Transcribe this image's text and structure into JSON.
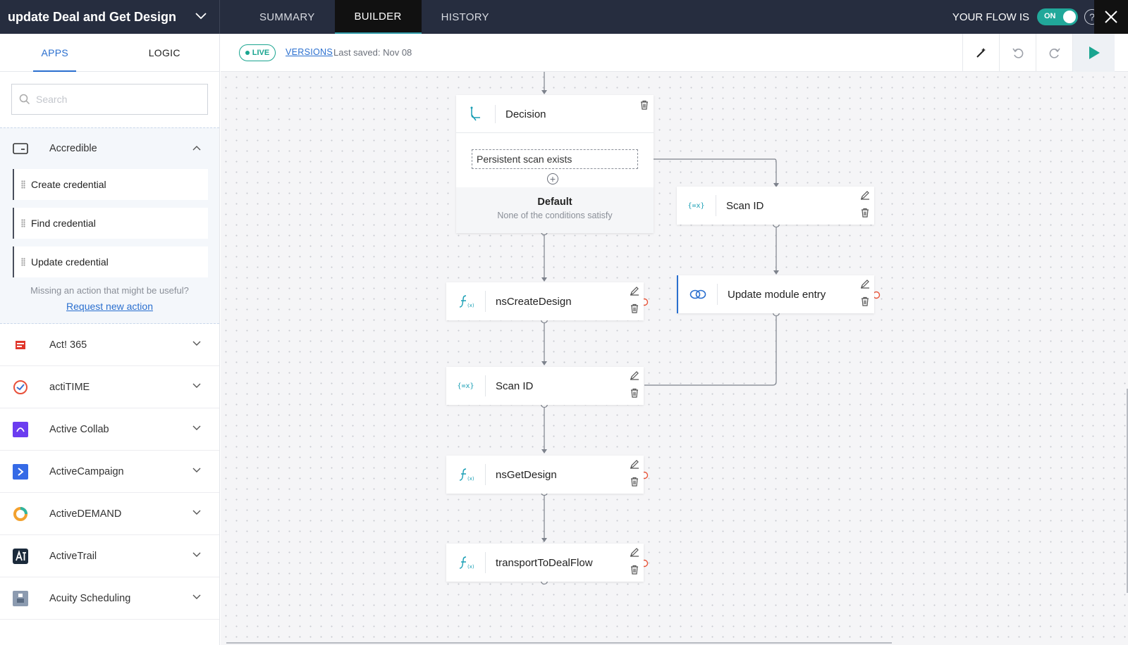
{
  "header": {
    "flow_title": "update Deal and Get Design",
    "tabs": [
      "SUMMARY",
      "BUILDER",
      "HISTORY"
    ],
    "active_tab": "BUILDER",
    "flow_state_label": "YOUR FLOW IS",
    "toggle_label": "ON",
    "help_label": "?"
  },
  "sidebar": {
    "tabs": [
      "APPS",
      "LOGIC"
    ],
    "search_placeholder": "Search",
    "expanded_app": {
      "name": "Accredible",
      "actions": [
        "Create credential",
        "Find credential",
        "Update credential"
      ],
      "missing_text": "Missing an action that might be useful?",
      "request_link": "Request new action"
    },
    "apps": [
      {
        "name": "Act! 365",
        "color": "#e0362b"
      },
      {
        "name": "actiTIME",
        "color": "#e8503a"
      },
      {
        "name": "Active Collab",
        "color": "#6b3cf0"
      },
      {
        "name": "ActiveCampaign",
        "color": "#356ae6"
      },
      {
        "name": "ActiveDEMAND",
        "color": "#f2a12e"
      },
      {
        "name": "ActiveTrail",
        "color": "#1b2a3b"
      },
      {
        "name": "Acuity Scheduling",
        "color": "#5a6b82"
      }
    ]
  },
  "toolbar": {
    "live_label": "LIVE",
    "versions_label": "VERSIONS",
    "last_saved": "Last saved: Nov 08"
  },
  "canvas": {
    "decision": {
      "title": "Decision",
      "condition": "Persistent scan exists",
      "default_title": "Default",
      "default_subtitle": "None of the conditions satisfy"
    },
    "nodes": {
      "scan_id_right": {
        "label": "Scan ID",
        "icon": "{=x}"
      },
      "update_module": {
        "label": "Update module entry"
      },
      "ns_create": {
        "label": "nsCreateDesign"
      },
      "scan_id_main": {
        "label": "Scan ID",
        "icon": "{=x}"
      },
      "ns_get": {
        "label": "nsGetDesign"
      },
      "transport": {
        "label": "transportToDealFlow"
      }
    }
  },
  "colors": {
    "topbar": "#262d3f",
    "accent": "#2a6fcf",
    "live_green": "#1aa590",
    "error_dot": "#e8553a"
  }
}
